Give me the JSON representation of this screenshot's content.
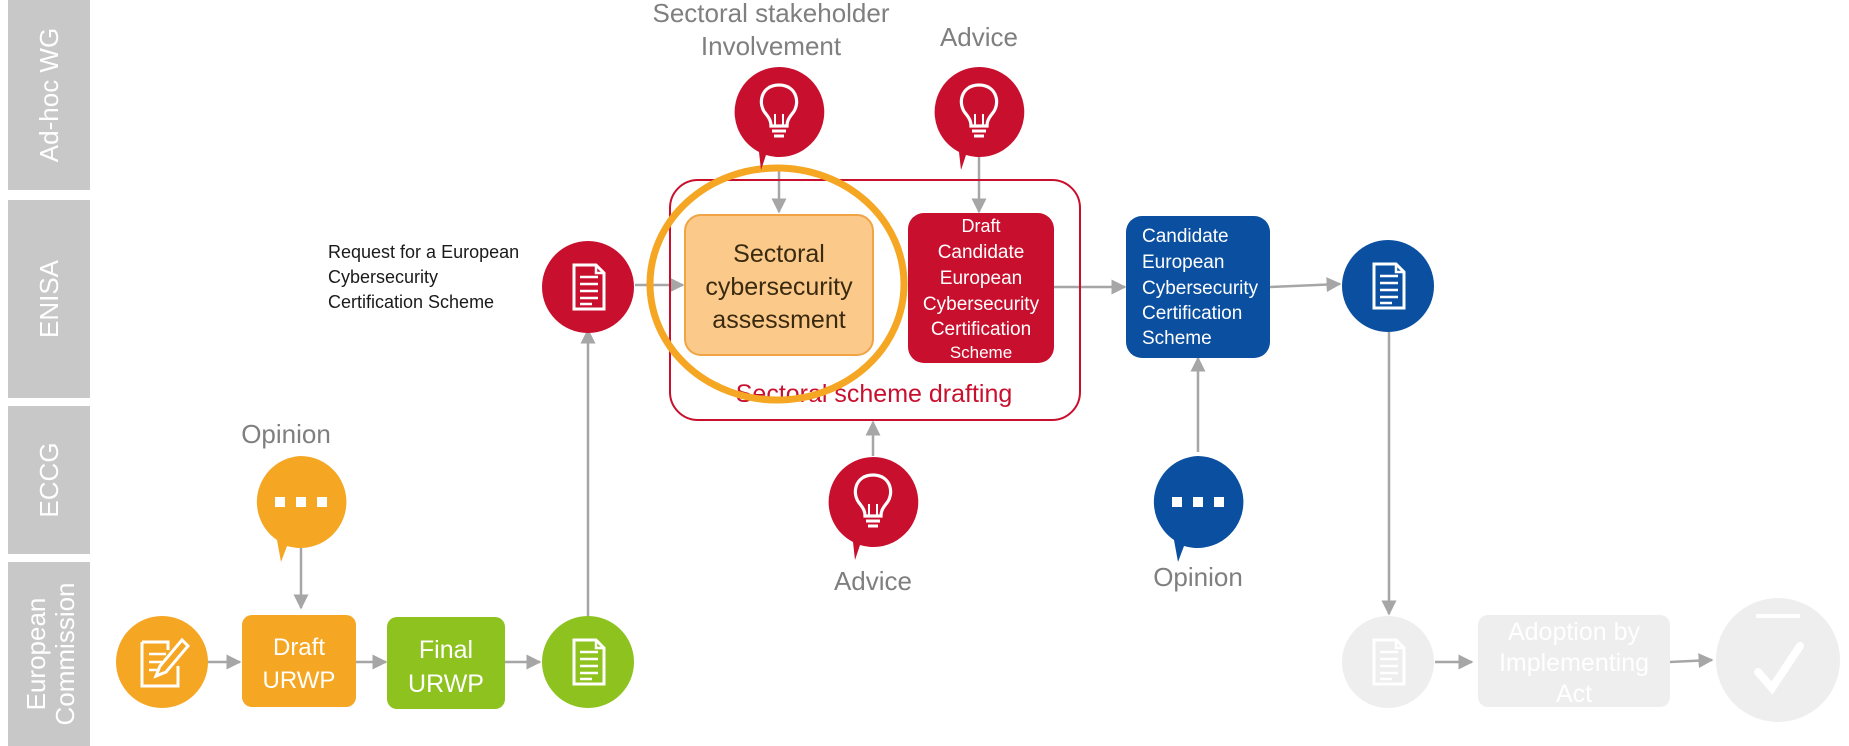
{
  "lanes": [
    "Ad-hoc WG",
    "ENISA",
    "ECCG",
    "European",
    "Commission"
  ],
  "labels": {
    "sectoral_stakeholder": [
      "Sectoral stakeholder",
      "Involvement"
    ],
    "advice_top": "Advice",
    "advice_bottom": "Advice",
    "opinion_left": "Opinion",
    "opinion_right": "Opinion",
    "request": [
      "Request for a European",
      "Cybersecurity",
      "Certification Scheme"
    ],
    "scheme_drafting": "Sectoral scheme drafting"
  },
  "boxes": {
    "sectoral_assessment": [
      "Sectoral",
      "cybersecurity",
      "assessment"
    ],
    "draft_candidate": [
      "Draft",
      "Candidate",
      "European",
      "Cybersecurity",
      "Certification",
      "Scheme"
    ],
    "candidate": [
      "Candidate",
      "European",
      "Cybersecurity",
      "Certification",
      "Scheme"
    ],
    "draft_urwp": [
      "Draft",
      "URWP"
    ],
    "final_urwp": [
      "Final",
      "URWP"
    ],
    "adoption": [
      "Adoption by",
      "Implementing",
      "Act"
    ]
  },
  "colors": {
    "lane_bg": "#c8c8c8",
    "crimson": "#c8102e",
    "navy": "#0a4fa0",
    "orange": "#f5a623",
    "green": "#8dc21f",
    "highlight_ring": "#f5a623",
    "assessment_fill": "#fbc98a",
    "faded": "#eeeeee"
  },
  "icons": [
    "lightbulb-icon",
    "document-icon",
    "speech-bubble-icon",
    "edit-document-icon",
    "checkmark-icon"
  ]
}
